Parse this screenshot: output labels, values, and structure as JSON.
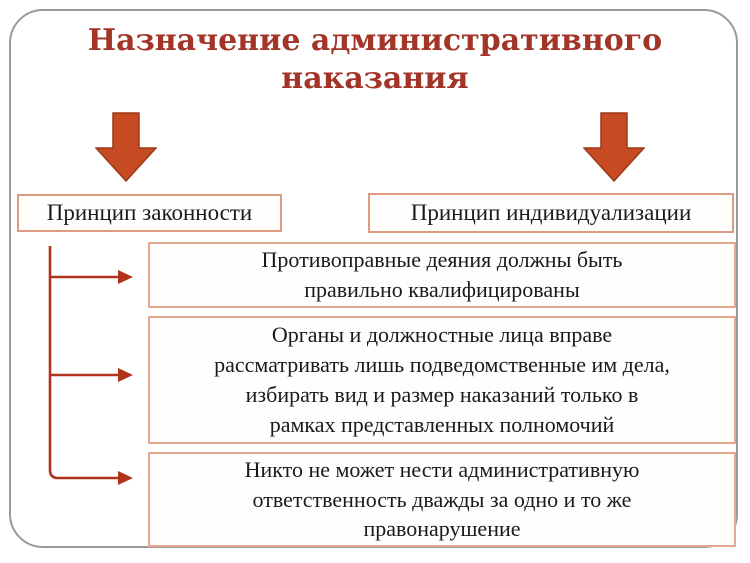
{
  "slide": {
    "title": "Назначение административного\nнаказания",
    "colors": {
      "title_text": "#A23528",
      "block_arrow_fill": "#C64A22",
      "block_arrow_stroke": "#9A3A18",
      "connector_line": "#B2331B",
      "principle_box_border": "#DE9B82",
      "rule_box_border": "#E3A88E",
      "slide_border": "#999999",
      "body_text": "#1a1a1a"
    }
  },
  "principles": [
    {
      "label": "Принцип законности"
    },
    {
      "label": "Принцип индивидуализации"
    }
  ],
  "rules": [
    {
      "text": "Противоправные деяния должны быть\nправильно квалифицированы"
    },
    {
      "text": "Органы и должностные лица вправе\nрассматривать лишь подведомственные им дела,\nизбирать вид и размер наказаний только в\nрамках представленных полномочий"
    },
    {
      "text": "Никто не может нести административную\nответственность дважды за одно и то же\nправонарушение"
    }
  ]
}
